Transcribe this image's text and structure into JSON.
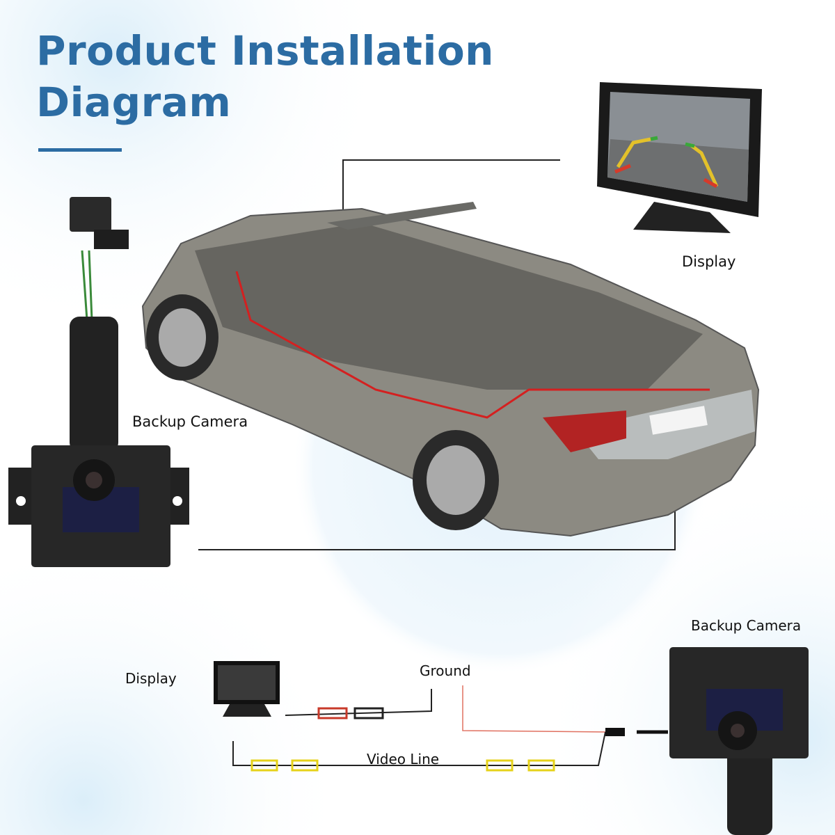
{
  "header": {
    "title_line1": "Product Installation",
    "title_line2": "Diagram"
  },
  "top_diagram": {
    "display_label": "Display",
    "backup_camera_label": "Backup Camera"
  },
  "wiring_diagram": {
    "display_label": "Display",
    "backup_camera_label": "Backup Camera",
    "ground_label": "Ground",
    "video_line_label": "Video Line"
  },
  "colors": {
    "title": "#2c6ca3",
    "accent_red": "#e02020",
    "connector_yellow": "#e6d21a"
  }
}
